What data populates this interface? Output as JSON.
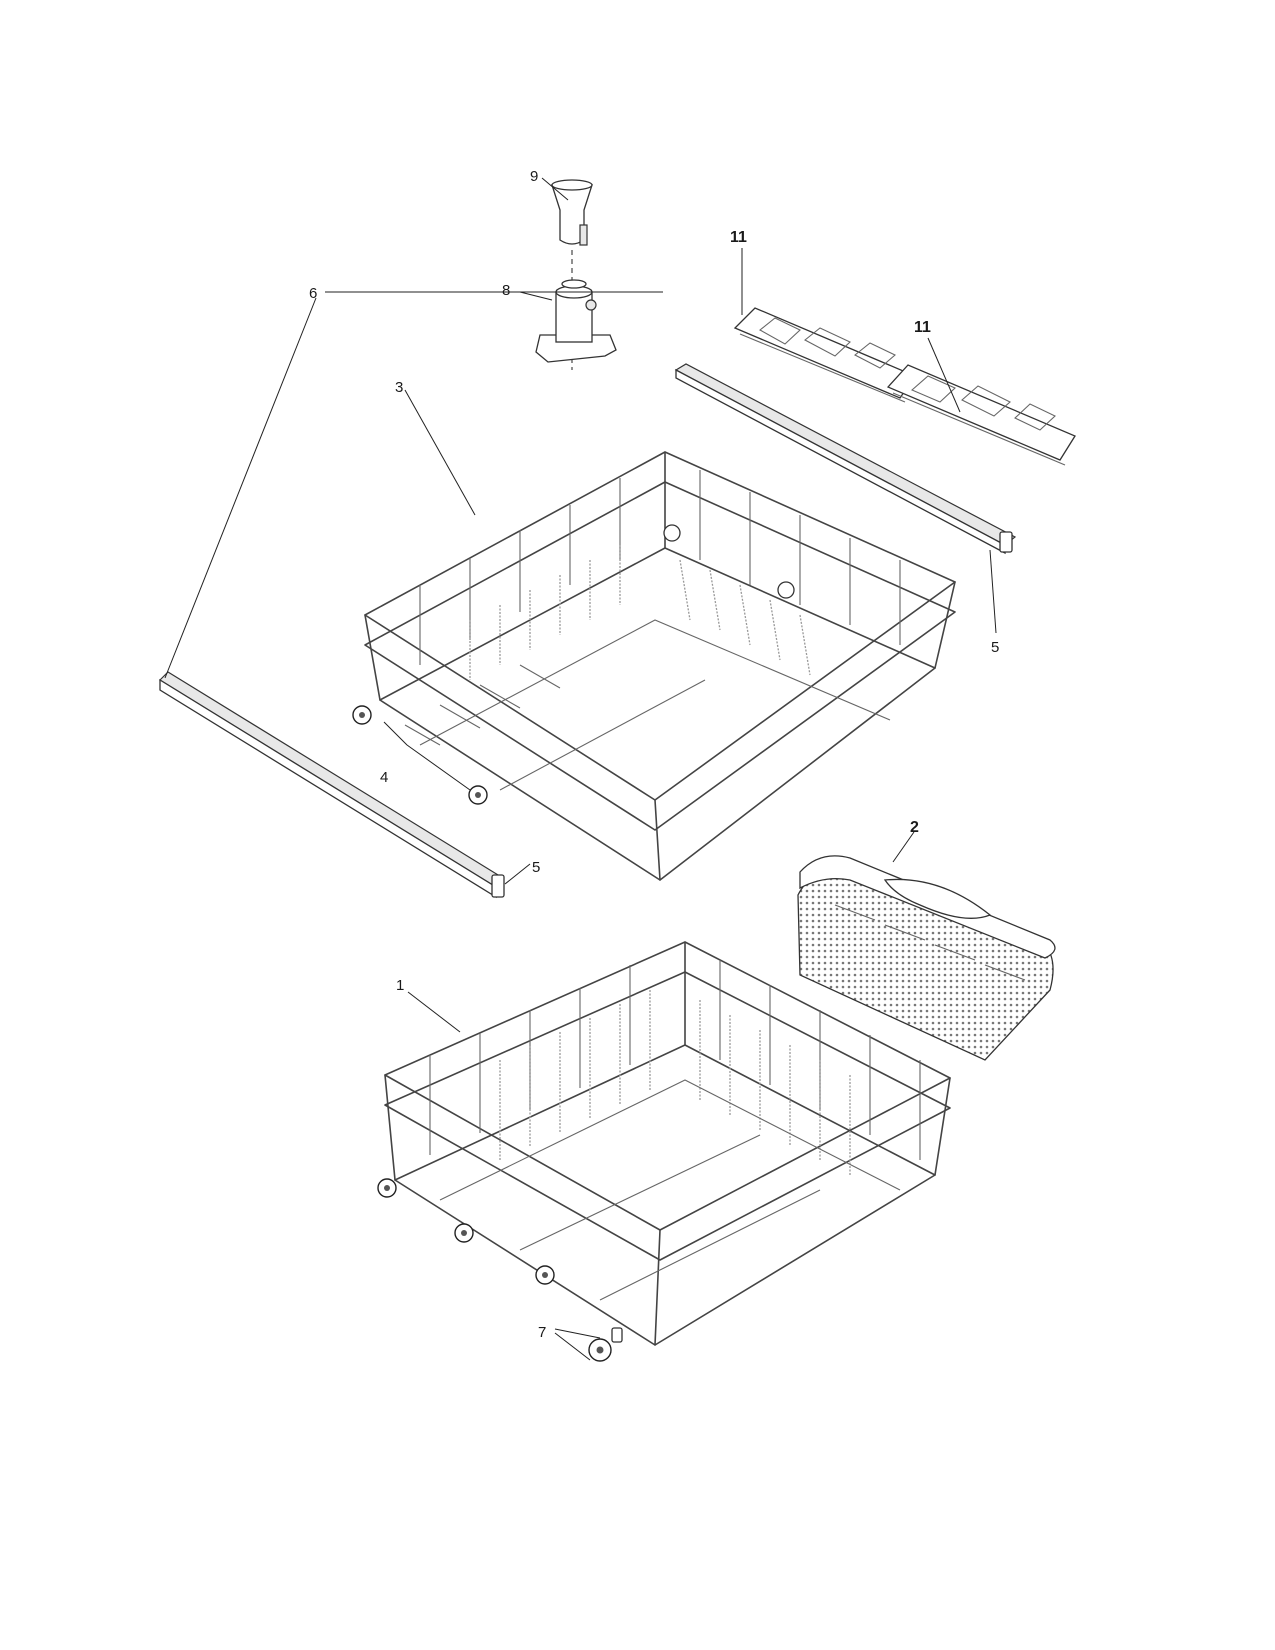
{
  "callouts": {
    "c1": "1",
    "c2": "2",
    "c3": "3",
    "c4": "4",
    "c5a": "5",
    "c5b": "5",
    "c6": "6",
    "c7": "7",
    "c8": "8",
    "c9": "9",
    "c11a": "11",
    "c11b": "11"
  }
}
